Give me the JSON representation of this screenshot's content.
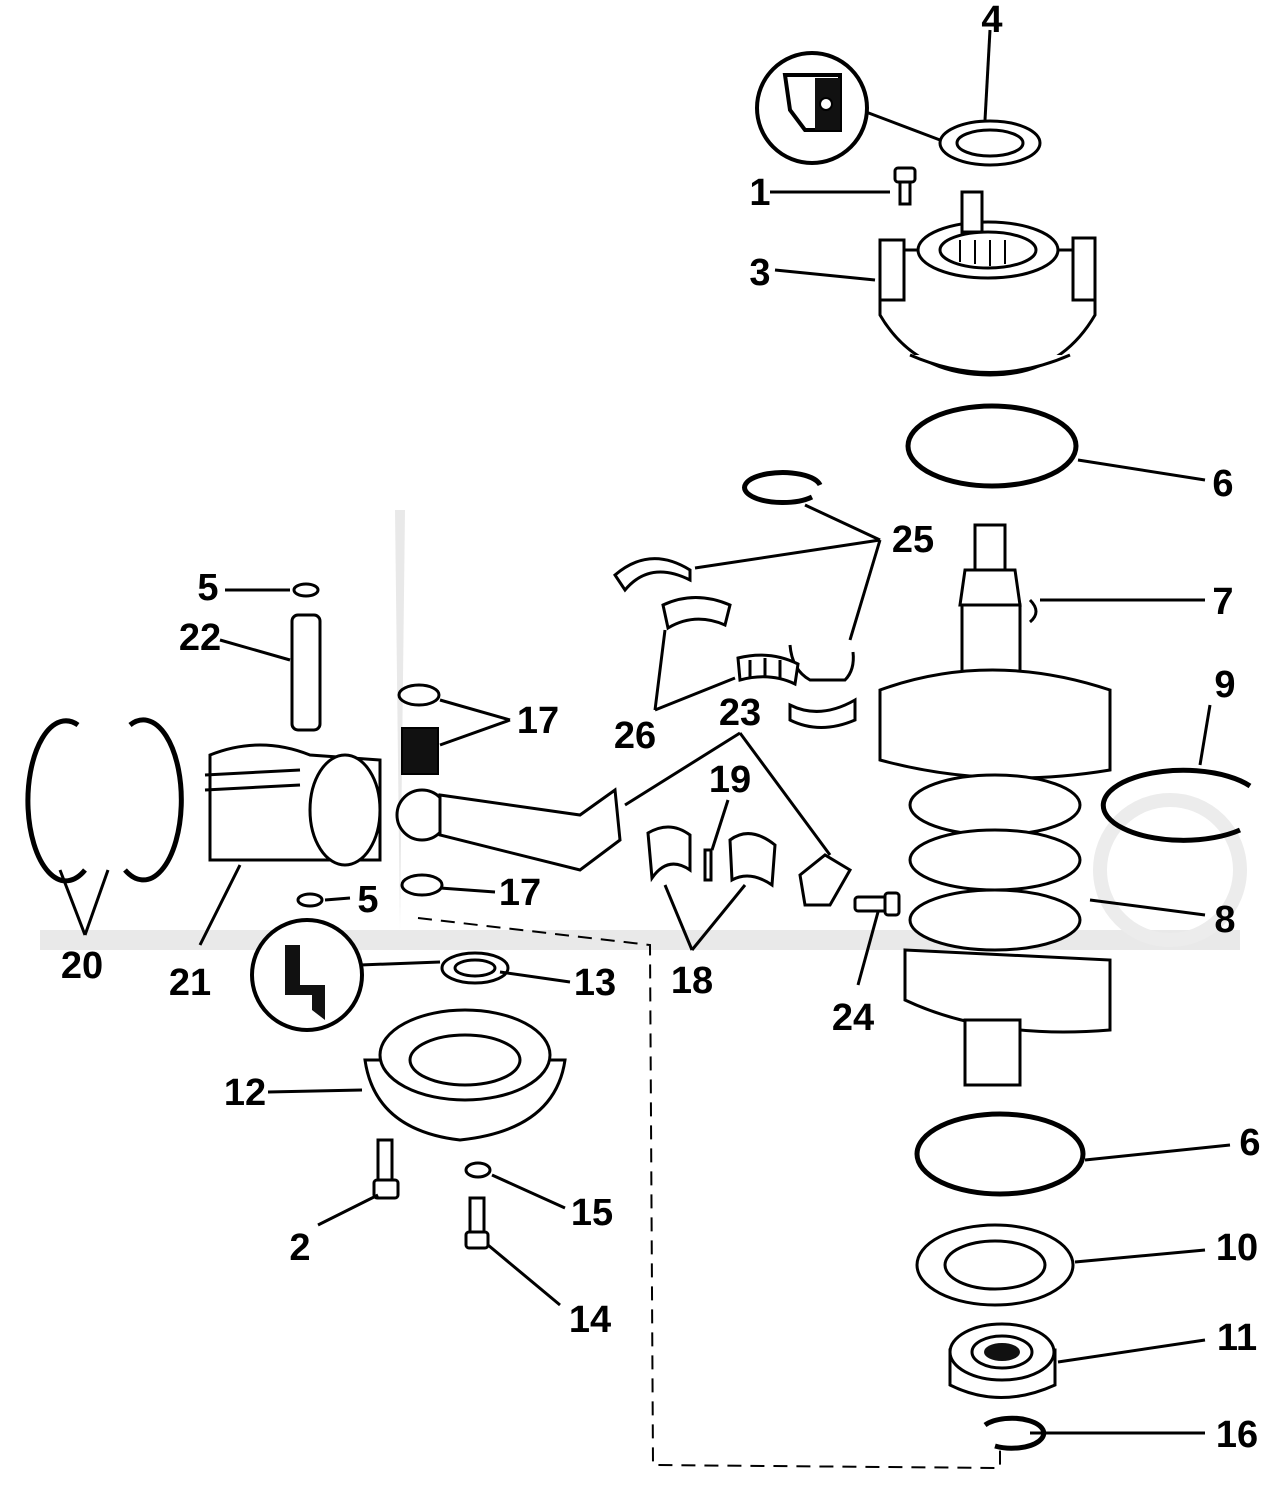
{
  "callouts": {
    "c1": "1",
    "c2": "2",
    "c3": "3",
    "c4": "4",
    "c5a": "5",
    "c5b": "5",
    "c6a": "6",
    "c6b": "6",
    "c7": "7",
    "c8": "8",
    "c9": "9",
    "c10": "10",
    "c11": "11",
    "c12": "12",
    "c13": "13",
    "c14": "14",
    "c15": "15",
    "c16": "16",
    "c17a": "17",
    "c17b": "17",
    "c18": "18",
    "c19": "19",
    "c20": "20",
    "c21": "21",
    "c22": "22",
    "c23": "23",
    "c24": "24",
    "c25": "25",
    "c26": "26"
  },
  "colors": {
    "ink": "#000000",
    "paper": "#ffffff",
    "watermark": "#e9e9e9"
  },
  "icons": [
    "seal-detail-icon",
    "crankshaft-icon",
    "piston-icon",
    "connecting-rod-icon",
    "bearing-icon"
  ]
}
